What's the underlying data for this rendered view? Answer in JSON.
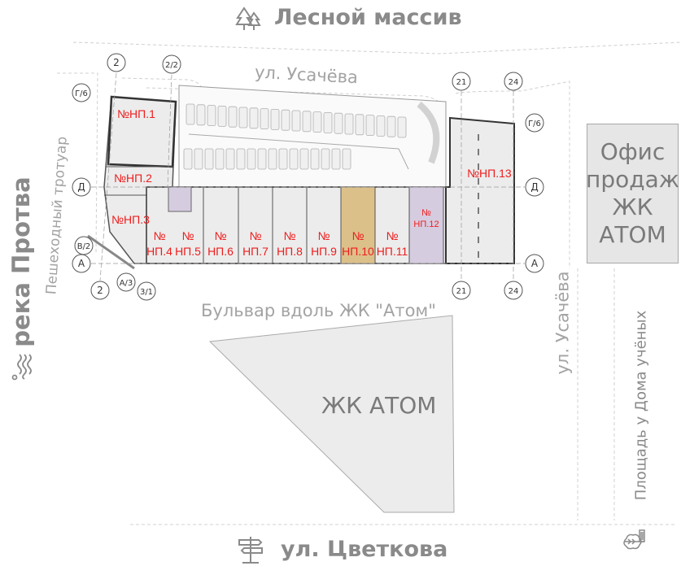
{
  "header": {
    "title": "Лесной массив",
    "icon": "tree-icon"
  },
  "footer": {
    "title": "ул. Цветкова",
    "icon": "signpost-icon"
  },
  "left": {
    "river": "река Протва",
    "river_icon": "water-icon",
    "sidewalk": "Пешеходный тротуар"
  },
  "streets": {
    "top": "ул. Усачёва",
    "right": "ул. Усачёва",
    "boulevard": "Бульвар вдоль ЖК \"Атом\""
  },
  "complex": {
    "label": "ЖК АТОМ"
  },
  "office": {
    "lines": [
      "Офис",
      "продаж",
      "ЖК",
      "АТОМ"
    ]
  },
  "square": {
    "label": "Площадь у Дома учёных",
    "icon": "park-icon"
  },
  "axes": [
    "2",
    "2/2",
    "Г/6",
    "Д",
    "В/2",
    "А",
    "А/3",
    "2",
    "3/1",
    "21",
    "24",
    "Г/6",
    "Д",
    "А",
    "21",
    "24"
  ],
  "units": [
    {
      "id": "НП.1",
      "label": "№НП.1"
    },
    {
      "id": "НП.2",
      "label": "№НП.2"
    },
    {
      "id": "НП.3",
      "label": "№НП.3"
    },
    {
      "id": "НП.4",
      "prefix": "№",
      "label": "НП.4"
    },
    {
      "id": "НП.5",
      "prefix": "№",
      "label": "НП.5"
    },
    {
      "id": "НП.6",
      "prefix": "№",
      "label": "НП.6"
    },
    {
      "id": "НП.7",
      "prefix": "№",
      "label": "НП.7"
    },
    {
      "id": "НП.8",
      "prefix": "№",
      "label": "НП.8"
    },
    {
      "id": "НП.9",
      "prefix": "№",
      "label": "НП.9"
    },
    {
      "id": "НП.10",
      "prefix": "№",
      "label": "НП.10",
      "selected": true
    },
    {
      "id": "НП.11",
      "prefix": "№",
      "label": "НП.11"
    },
    {
      "id": "НП.12",
      "prefix": "№",
      "label": "НП.12"
    },
    {
      "id": "НП.13",
      "label": "№НП.13"
    }
  ],
  "colors": {
    "unit_label": "#ee1c1c",
    "selected_fill": "#dcc08a",
    "unit_fill": "#ececec",
    "service_fill": "#d6cce0"
  }
}
